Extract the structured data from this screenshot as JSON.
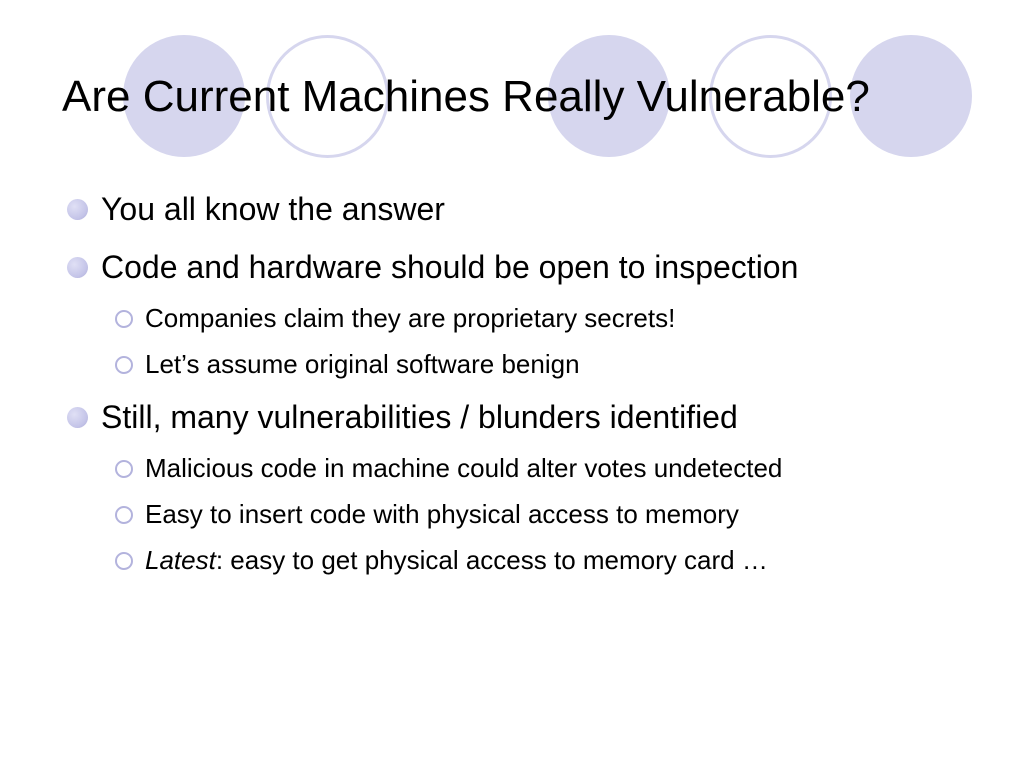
{
  "slide": {
    "title": "Are Current Machines Really Vulnerable?",
    "bullets": [
      {
        "text": "You all know the answer"
      },
      {
        "text": "Code and hardware should be open to inspection",
        "sub": [
          {
            "text": "Companies claim they are proprietary secrets!"
          },
          {
            "text": "Let’s assume original software benign"
          }
        ]
      },
      {
        "text": "Still, many vulnerabilities / blunders identified",
        "sub": [
          {
            "text": "Malicious code in machine could alter votes undetected"
          },
          {
            "text": "Easy to insert code with physical access to memory"
          },
          {
            "em": "Latest",
            "text": ": easy to get physical access to memory card …"
          }
        ]
      }
    ]
  },
  "theme": {
    "accent_fill": "#d6d6ee",
    "bullet_color": "#c4c4e8",
    "text_color": "#000000",
    "background": "#ffffff"
  },
  "icons": {
    "level1_bullet": "filled-circle-bullet-icon",
    "level2_bullet": "hollow-circle-bullet-icon"
  }
}
